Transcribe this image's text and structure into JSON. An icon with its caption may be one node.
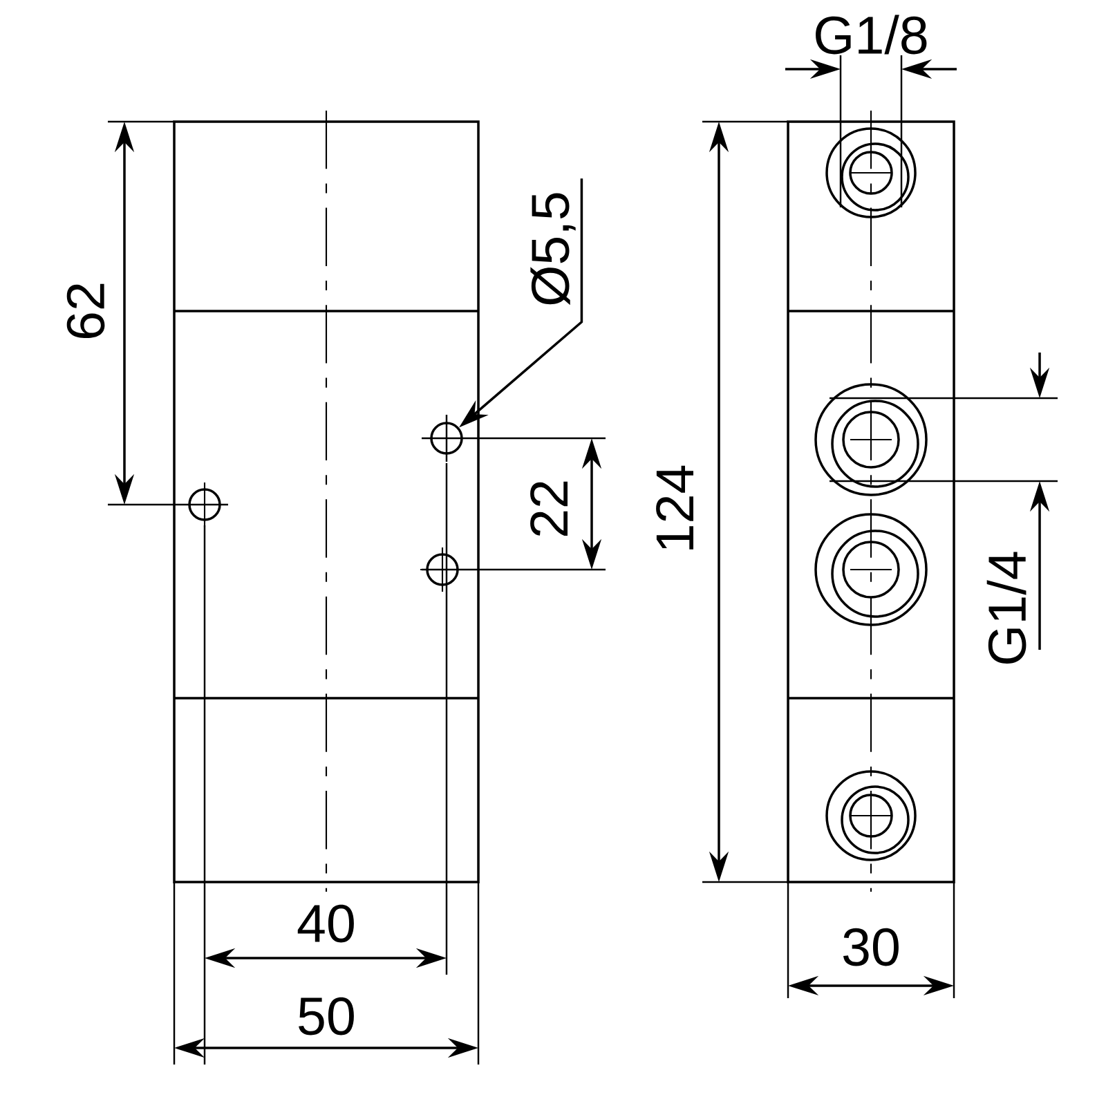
{
  "diagram": {
    "nodes": [
      {
        "text": [
          "Ø5,5"
        ]
      },
      {
        "text": [],
        "shape": "circle"
      }
    ],
    "edges": [
      {
        "from": 0,
        "to": 1,
        "arrow": "to"
      }
    ],
    "labels": [
      "G1/8",
      "62",
      "22",
      "124",
      "G1/4",
      "40",
      "30",
      "50"
    ]
  }
}
